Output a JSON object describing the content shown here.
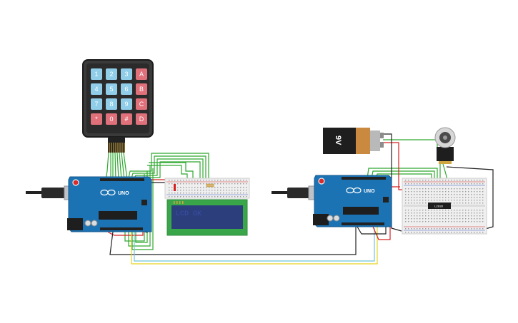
{
  "keypad": {
    "rows": [
      [
        "1",
        "2",
        "3",
        "A"
      ],
      [
        "4",
        "5",
        "6",
        "B"
      ],
      [
        "7",
        "8",
        "9",
        "C"
      ],
      [
        "*",
        "0",
        "#",
        "D"
      ]
    ]
  },
  "arduino_left": {
    "model_label": "UNO"
  },
  "arduino_right": {
    "model_label": "UNO"
  },
  "lcd": {
    "text": "LCD OK"
  },
  "battery": {
    "label": "9V"
  },
  "driver_chip": {
    "label": "L293D"
  },
  "colors": {
    "arduino_blue": "#1c73b4",
    "breadboard": "#efefef",
    "wire_green": "#2fa82f",
    "wire_red": "#d62020",
    "wire_black": "#222222",
    "wire_yellow": "#e8d21d",
    "lcd_bezel": "#3aa64a",
    "lcd_screen": "#2c3e7c"
  }
}
